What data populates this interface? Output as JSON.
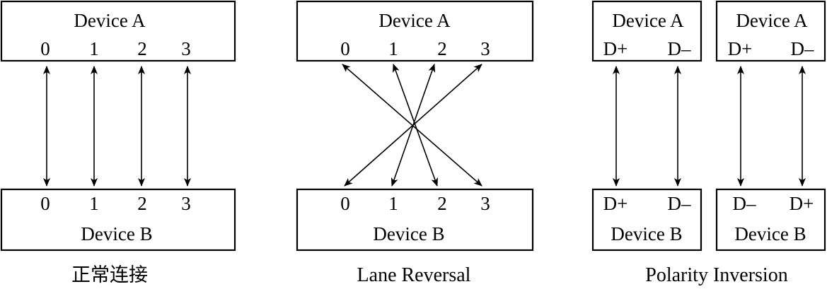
{
  "normal": {
    "device_top": "Device A",
    "device_bottom": "Device B",
    "top_lanes": [
      "0",
      "1",
      "2",
      "3"
    ],
    "bottom_lanes": [
      "0",
      "1",
      "2",
      "3"
    ],
    "caption": "正常连接"
  },
  "reversal": {
    "device_top": "Device A",
    "device_bottom": "Device B",
    "top_lanes": [
      "0",
      "1",
      "2",
      "3"
    ],
    "bottom_lanes": [
      "0",
      "1",
      "2",
      "3"
    ],
    "caption": "Lane Reversal"
  },
  "polarity": {
    "left": {
      "device_top": "Device A",
      "device_bottom": "Device B",
      "top_pins": [
        "D+",
        "D–"
      ],
      "bottom_pins": [
        "D+",
        "D–"
      ]
    },
    "right": {
      "device_top": "Device A",
      "device_bottom": "Device B",
      "top_pins": [
        "D+",
        "D–"
      ],
      "bottom_pins": [
        "D–",
        "D+"
      ]
    },
    "caption": "Polarity Inversion"
  },
  "colors": {
    "stroke": "#000000",
    "background": "#ffffff"
  }
}
